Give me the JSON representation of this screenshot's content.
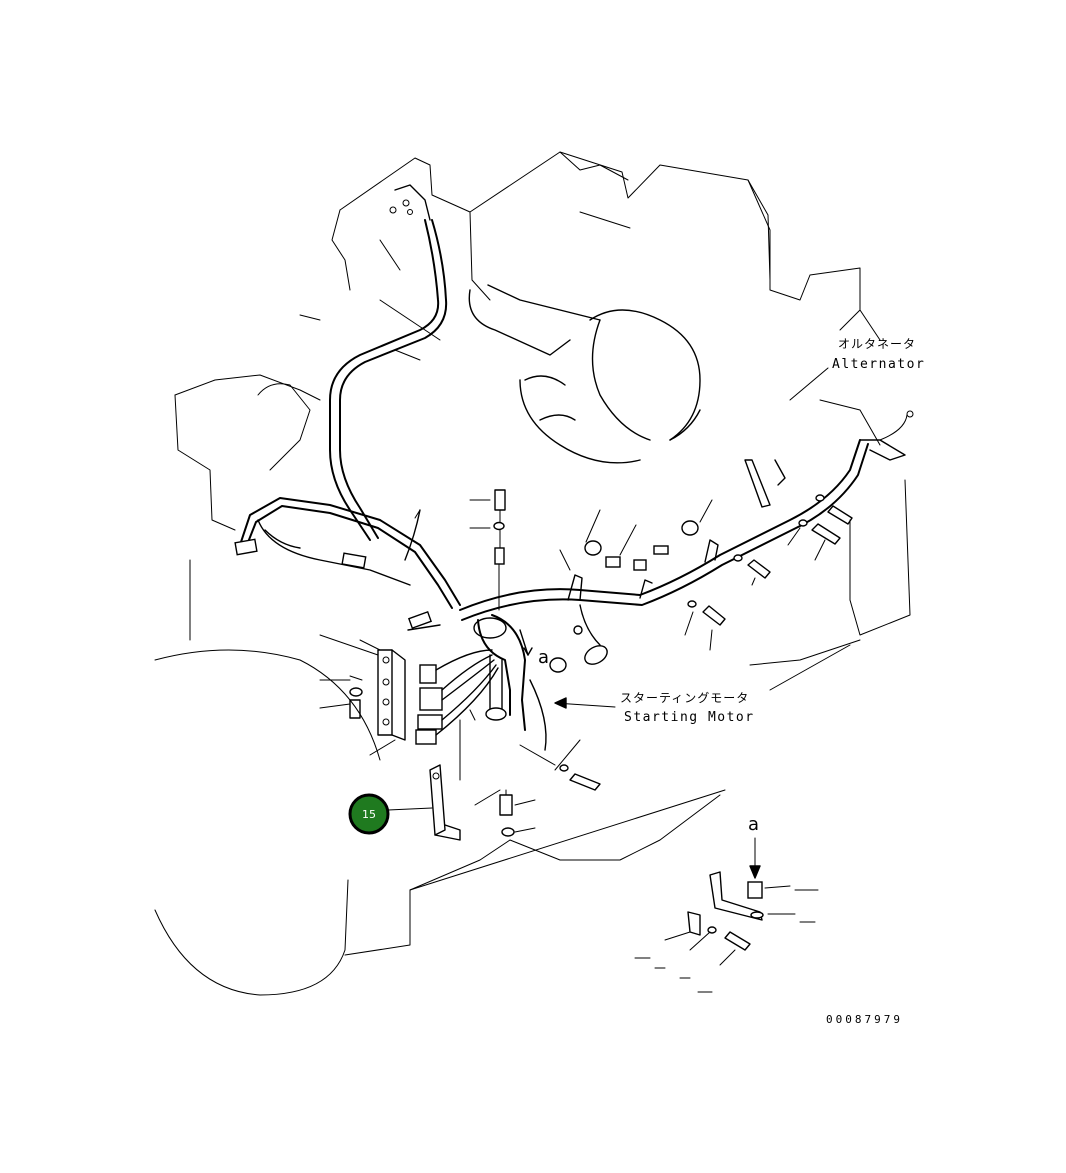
{
  "labels": {
    "alternator_jp": "オルタネータ",
    "alternator_en": "Alternator",
    "starting_motor_jp": "スターティングモータ",
    "starting_motor_en": "Starting Motor",
    "detail_ref_main": "a",
    "detail_ref_inset": "a"
  },
  "callout": {
    "number": "15",
    "color": "#1f7a1f",
    "text_color": "#ffffff"
  },
  "drawing_number": "00087979"
}
